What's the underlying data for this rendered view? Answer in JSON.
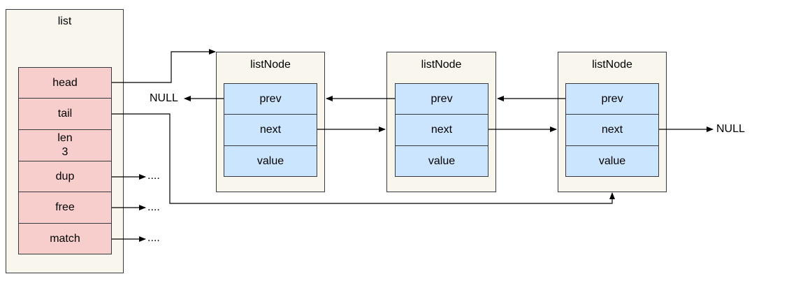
{
  "list": {
    "title": "list",
    "fields": [
      {
        "label": "head"
      },
      {
        "label": "tail"
      },
      {
        "label": "len\n3"
      },
      {
        "label": "dup"
      },
      {
        "label": "free"
      },
      {
        "label": "match"
      }
    ]
  },
  "nodes": [
    {
      "title": "listNode",
      "fields": [
        "prev",
        "next",
        "value"
      ]
    },
    {
      "title": "listNode",
      "fields": [
        "prev",
        "next",
        "value"
      ]
    },
    {
      "title": "listNode",
      "fields": [
        "prev",
        "next",
        "value"
      ]
    }
  ],
  "null_left": "NULL",
  "null_right": "NULL",
  "ellipsis": [
    "....",
    "....",
    "...."
  ],
  "colors": {
    "container_fill": "#f9f7ed",
    "list_field_fill": "#f8cecc",
    "node_field_fill": "#cce5ff",
    "stroke": "#36393d"
  }
}
